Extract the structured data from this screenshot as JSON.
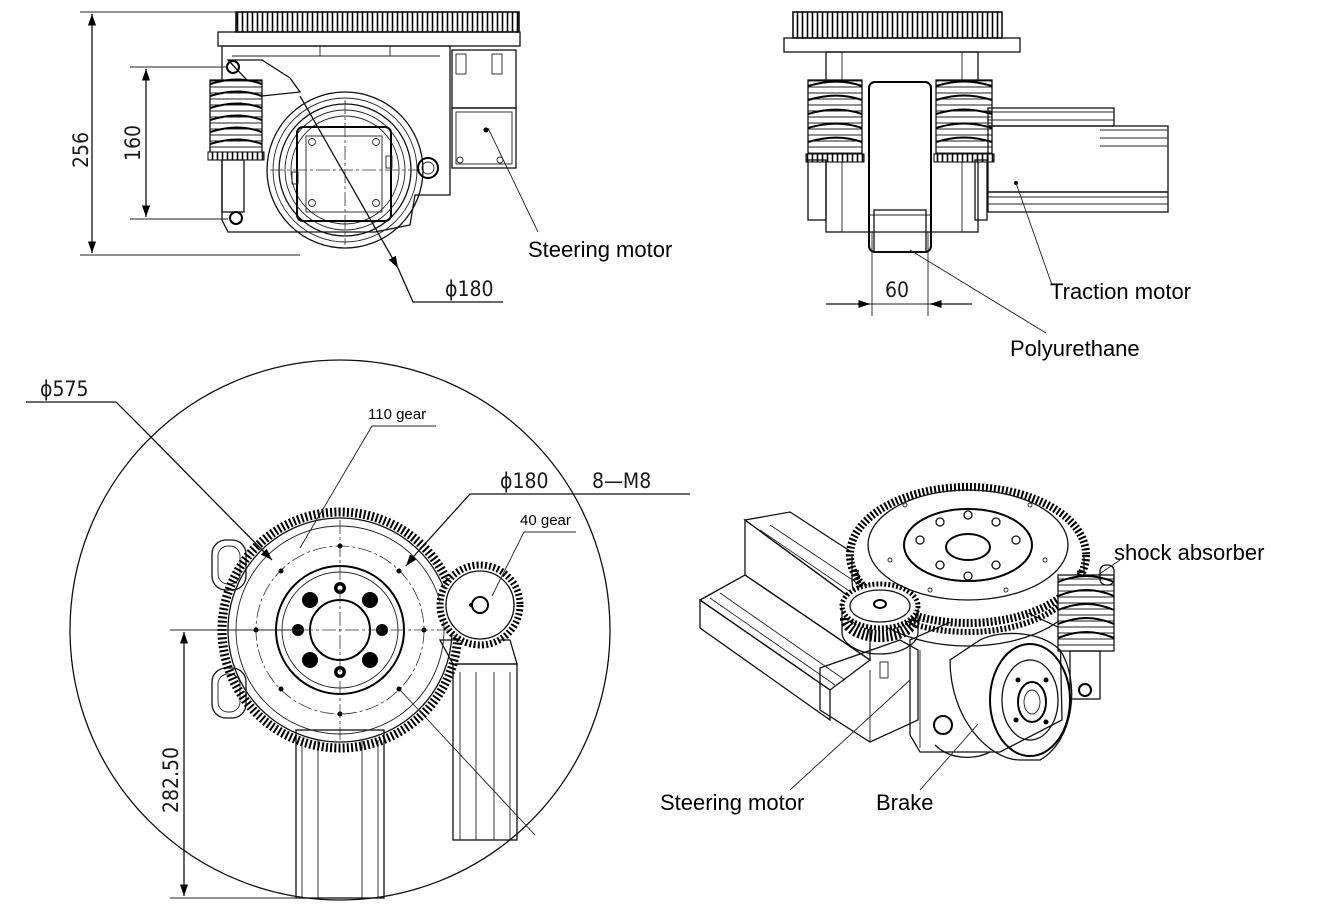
{
  "top_left_view": {
    "dim_height": "256",
    "dim_spring": "160",
    "dim_diameter": "180",
    "label_steering_motor": "Steering motor"
  },
  "top_right_view": {
    "dim_width": "60",
    "label_traction_motor": "Traction motor",
    "label_polyurethane": "Polyurethane"
  },
  "bottom_left_view": {
    "dim_outer_diameter": "575",
    "dim_bolt_circle": "180",
    "dim_bolt_spec": "8—M8",
    "dim_offset": "282.50",
    "label_110_gear": "110 gear",
    "label_40_gear": "40 gear"
  },
  "bottom_right_view": {
    "label_shock_absorber": "shock absorber",
    "label_steering_motor": "Steering motor",
    "label_brake": "Brake"
  },
  "symbols": {
    "diameter": "ϕ"
  },
  "colors": {
    "line": "#111111",
    "background": "#ffffff"
  }
}
